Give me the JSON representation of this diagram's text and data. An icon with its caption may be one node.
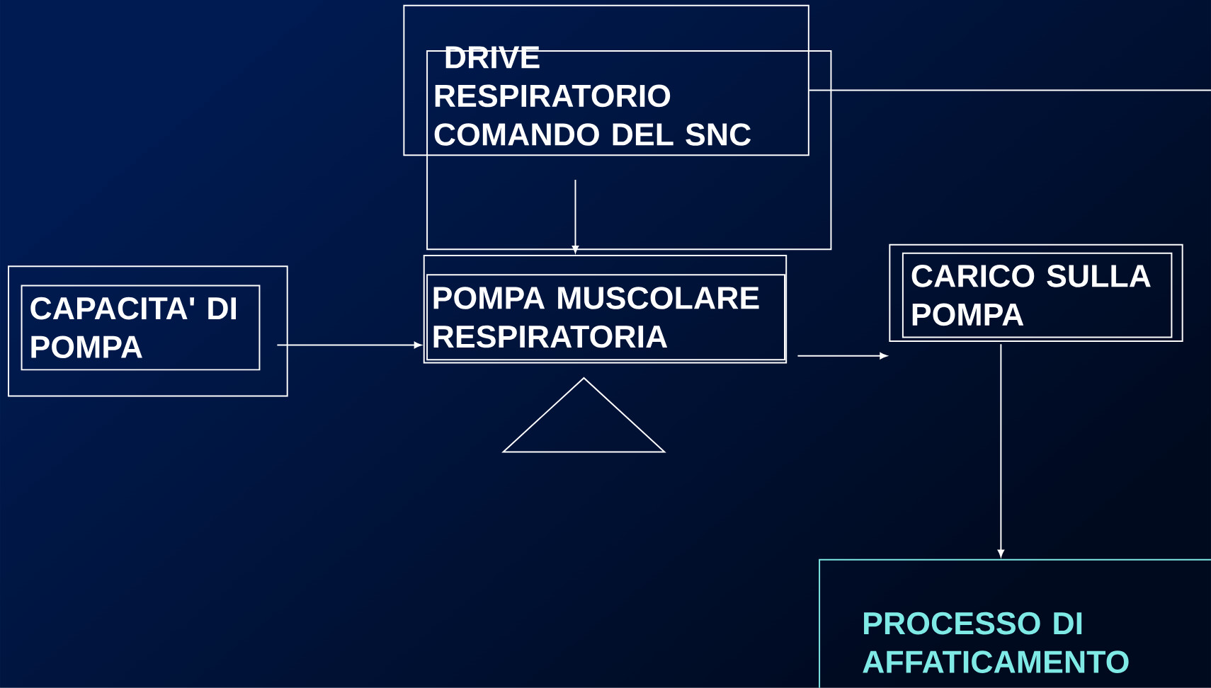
{
  "diagram": {
    "nodes": [
      {
        "text": [
          "DRIVE RESPIRATORIO COMANDO DEL SNC"
        ]
      },
      {
        "text": [
          "CAPACITA' DI POMPA"
        ]
      },
      {
        "text": [
          "POMPA MUSCOLARE RESPIRATORIA"
        ]
      },
      {
        "text": [
          "CARICO SULLA POMPA"
        ]
      },
      {
        "text": [],
        "shape": "triangle"
      },
      {
        "text": [
          "PROCESSO DI AFFATICAMENTO"
        ]
      }
    ],
    "edges": [
      {
        "from": 0,
        "to": 2,
        "arrow": "to"
      },
      {
        "from": 1,
        "to": 2,
        "arrow": "to"
      },
      {
        "from": 2,
        "to": 3,
        "arrow": "to"
      },
      {
        "from": 3,
        "to": 5,
        "arrow": "to"
      },
      {
        "from": 0,
        "to": null,
        "arrow": "none"
      }
    ]
  }
}
